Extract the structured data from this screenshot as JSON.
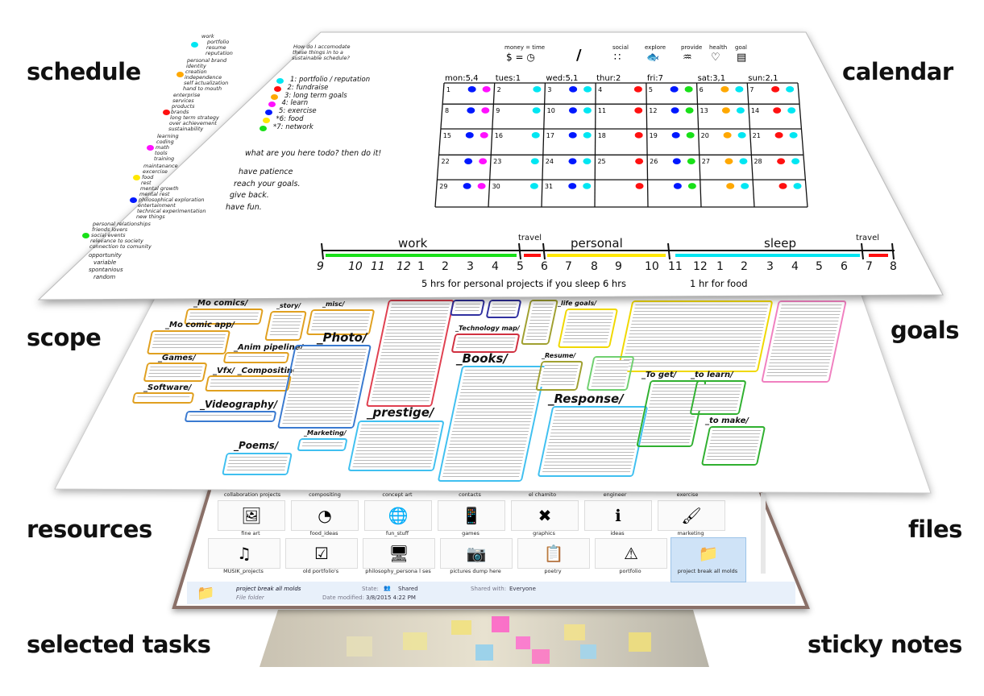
{
  "side_labels": {
    "left": [
      "schedule",
      "scope",
      "resources",
      "selected tasks"
    ],
    "right": [
      "calendar",
      "goals",
      "files",
      "sticky notes"
    ]
  },
  "colors": {
    "cyan": "#00e6f2",
    "red": "#ff1010",
    "orange": "#ffa800",
    "magenta": "#ff10ff",
    "blue": "#0018ff",
    "yellow": "#ffe800",
    "green": "#18e018"
  },
  "schedule": {
    "groups": [
      {
        "color": "cyan",
        "lines": [
          "work",
          "portfolio",
          "resume",
          "reputation"
        ]
      },
      {
        "color": "orange",
        "lines": [
          "personal brand",
          "identity",
          "creation",
          "independence",
          "self actualization",
          "hand to mouth"
        ]
      },
      {
        "color": "red",
        "lines": [
          "enterprise",
          "services",
          "products",
          "brands",
          "long term strategy",
          "over achievement",
          "sustainability"
        ]
      },
      {
        "color": "magenta",
        "lines": [
          "learning",
          "coding",
          "math",
          "tools",
          "training"
        ]
      },
      {
        "color": "yellow",
        "lines": [
          "maintanance",
          "excercise",
          "food",
          "rest",
          "mental growth",
          "mental rest",
          "philosophical exploration",
          "entertainment",
          "technical experimentation",
          "new things"
        ]
      },
      {
        "color": "green",
        "lines": [
          "personal relationships",
          "friends lovers",
          "social events",
          "relevance to society",
          "connection to comunity"
        ]
      }
    ],
    "extra_blue_color": "blue",
    "opportunity": [
      "opportunity",
      "variable",
      "spontanious",
      "random"
    ],
    "question": [
      "How do I accomodate",
      "these things in to a",
      "sustainable schedule?"
    ],
    "legend": [
      {
        "color": "cyan",
        "label": "1: portfolio / reputation"
      },
      {
        "color": "red",
        "label": "2: fundraise"
      },
      {
        "color": "orange",
        "label": "3: long term goals"
      },
      {
        "color": "magenta",
        "label": "4: learn"
      },
      {
        "color": "blue",
        "label": "5: exercise"
      },
      {
        "color": "yellow",
        "label": "*6: food"
      },
      {
        "color": "green",
        "label": "*7: network"
      }
    ],
    "mottos": [
      "what are you here todo? then do it!",
      "have patience",
      "reach your goals.",
      "give back.",
      "have fun."
    ]
  },
  "icons": {
    "money_time": "money = time",
    "money_symbols": "$ = ◷",
    "slash": "/",
    "items": [
      {
        "label": "social",
        "icon": "∷"
      },
      {
        "label": "explore",
        "icon": "🐟"
      },
      {
        "label": "provide",
        "icon": "♒"
      },
      {
        "label": "health",
        "icon": "♡"
      },
      {
        "label": "goal",
        "icon": "▤"
      }
    ]
  },
  "calendar": {
    "weekdays": [
      "mon:5,4",
      "tues:1",
      "wed:5,1",
      "thur:2",
      "fri:7",
      "sat:3,1",
      "sun:2,1"
    ],
    "weekday_dots": [
      [
        "blue",
        "magenta"
      ],
      [
        "cyan"
      ],
      [
        "blue",
        "cyan"
      ],
      [
        "red"
      ],
      [
        "blue",
        "green"
      ],
      [
        "orange",
        "cyan"
      ],
      [
        "red",
        "cyan"
      ]
    ],
    "days": [
      1,
      2,
      3,
      4,
      5,
      6,
      7,
      8,
      9,
      10,
      11,
      12,
      13,
      14,
      15,
      16,
      17,
      18,
      19,
      20,
      21,
      22,
      23,
      24,
      25,
      26,
      27,
      28,
      29,
      30,
      31,
      "",
      "",
      "",
      ""
    ]
  },
  "timeline": {
    "segments": [
      {
        "label": "work",
        "color": "green"
      },
      {
        "label": "travel",
        "color": "red"
      },
      {
        "label": "personal",
        "color": "yellow"
      },
      {
        "label": "sleep",
        "color": "cyan"
      },
      {
        "label": "travel",
        "color": "red"
      }
    ],
    "hours": [
      "9",
      "10",
      "11",
      "12",
      "1",
      "2",
      "3",
      "4",
      "5",
      "6",
      "7",
      "8",
      "9",
      "10",
      "11",
      "12",
      "1",
      "2",
      "3",
      "4",
      "5",
      "6",
      "7",
      "8"
    ],
    "notes": [
      "5 hrs for personal projects if you sleep 6 hrs",
      "1 hr for food"
    ]
  },
  "scope_boxes": [
    "_Mo comics/",
    "_Mo comic app/",
    "_Games/",
    "_Software/",
    "_story/",
    "_misc/",
    "_Anim pipeline/",
    "_Vfx/ _Compositing/",
    "_Videography/",
    "_Photo/",
    "_prestige/",
    "_Marketing/",
    "_Poems/",
    "_Technology map/",
    "_life goals/",
    "_Books/",
    "_Resume/",
    "_Response/",
    "_To get/",
    "_to learn/",
    "_to make/"
  ],
  "files": {
    "top_row": [
      "collaboration projects",
      "compositing",
      "concept art",
      "contacts",
      "el chamito",
      "engineer",
      "exercise"
    ],
    "row2": [
      {
        "label": "fine art",
        "icon": "🖼"
      },
      {
        "label": "food_ideas",
        "icon": "◔"
      },
      {
        "label": "fun_stuff",
        "icon": "🌐"
      },
      {
        "label": "games",
        "icon": "📱"
      },
      {
        "label": "graphics",
        "icon": "✖"
      },
      {
        "label": "ideas",
        "icon": "ℹ"
      },
      {
        "label": "marketing",
        "icon": "🖌"
      }
    ],
    "row3": [
      {
        "label": "MUSIK_projects",
        "icon": "♫"
      },
      {
        "label": "old portfolio's",
        "icon": "☑"
      },
      {
        "label": "philosophy_persona l ses",
        "icon": "🖥"
      },
      {
        "label": "pictures dump here",
        "icon": "📷"
      },
      {
        "label": "poetry",
        "icon": "📋"
      },
      {
        "label": "portfolio",
        "icon": "⚠"
      },
      {
        "label": "project break all molds",
        "icon": "📁"
      }
    ],
    "selected_index": 6,
    "status": {
      "name": "project break all molds",
      "type": "File folder",
      "state_label": "State:",
      "state": "Shared",
      "shared_label": "Shared with:",
      "shared": "Everyone",
      "date_label": "Date modified:",
      "date": "3/8/2015 4:22 PM"
    }
  }
}
